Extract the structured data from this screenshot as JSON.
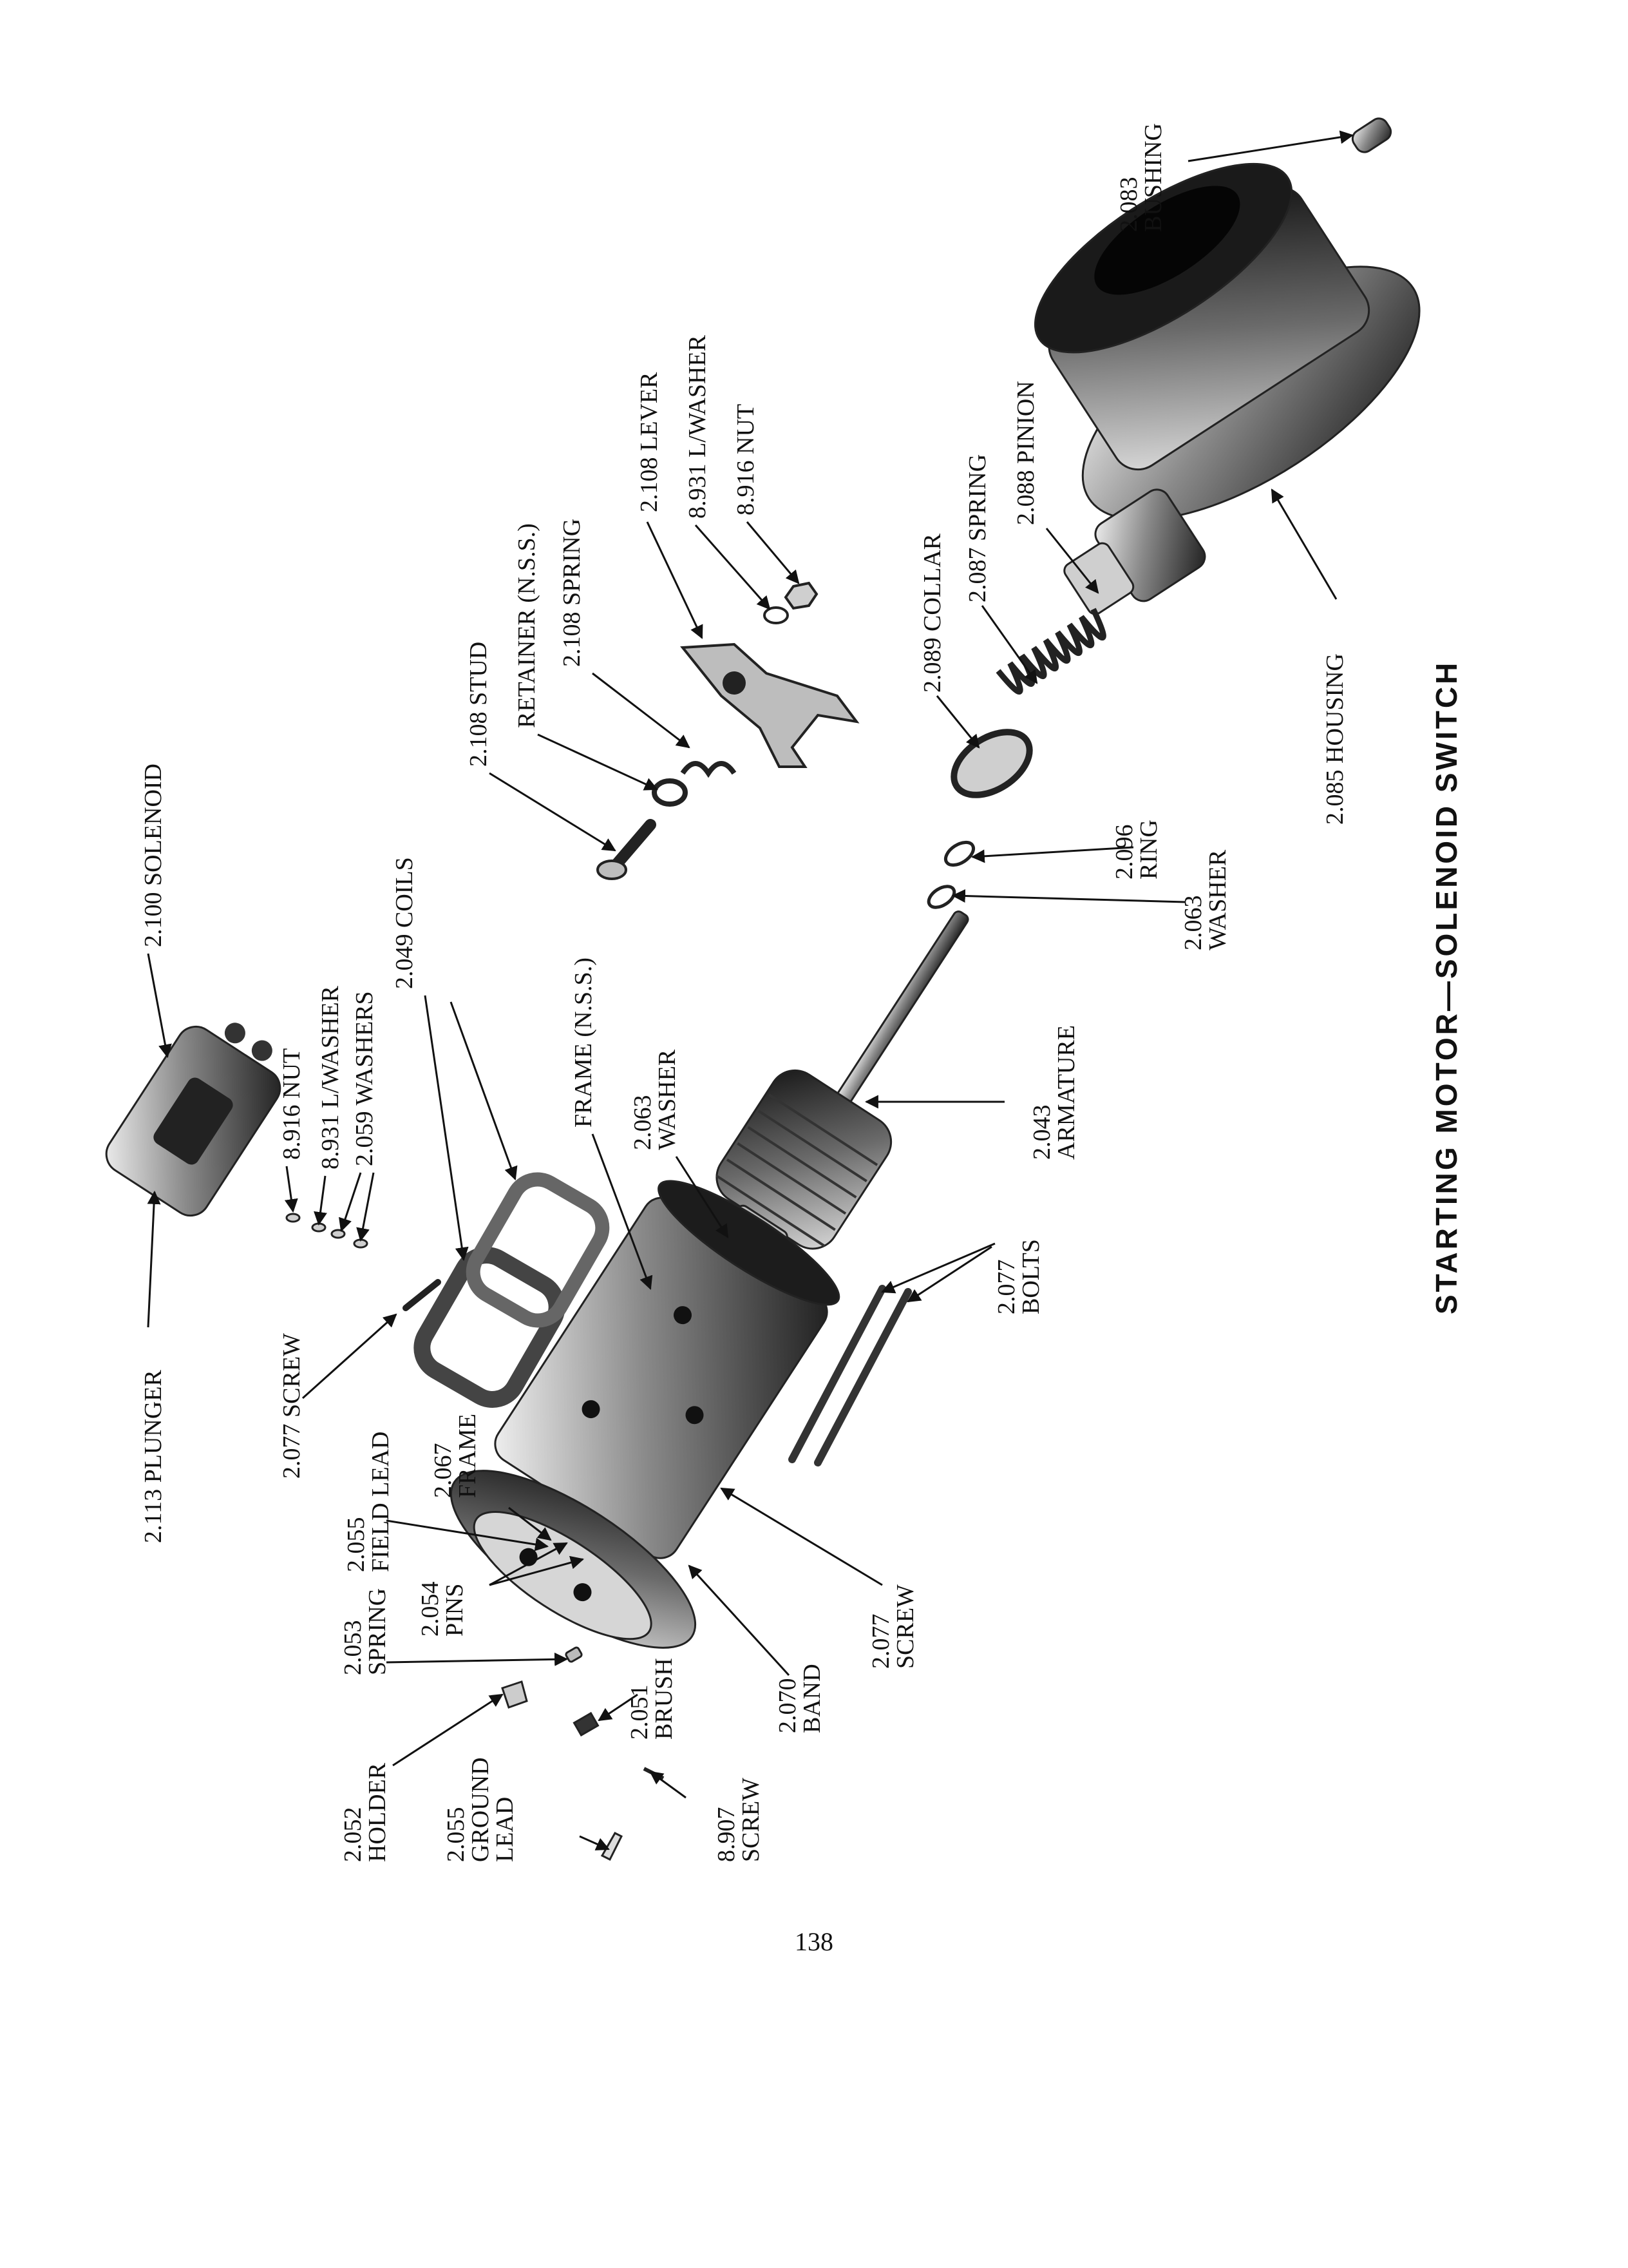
{
  "title": "STARTING MOTOR—SOLENOID SWITCH",
  "page_number": "138",
  "labels": [
    {
      "id": "bushing",
      "lines": [
        "2.083",
        "BUSHING"
      ]
    },
    {
      "id": "housing",
      "lines": [
        "2.085 HOUSING"
      ]
    },
    {
      "id": "pinion",
      "lines": [
        "2.088 PINION"
      ]
    },
    {
      "id": "spring-087",
      "lines": [
        "2.087 SPRING"
      ]
    },
    {
      "id": "collar",
      "lines": [
        "2.089 COLLAR"
      ]
    },
    {
      "id": "ring",
      "lines": [
        "2.096",
        "RING"
      ]
    },
    {
      "id": "washer-063-top",
      "lines": [
        "2.063",
        "WASHER"
      ]
    },
    {
      "id": "lever",
      "lines": [
        "2.108 LEVER"
      ]
    },
    {
      "id": "lwasher-931-top",
      "lines": [
        "8.931 L/WASHER"
      ]
    },
    {
      "id": "nut-916-top",
      "lines": [
        "8.916 NUT"
      ]
    },
    {
      "id": "stud",
      "lines": [
        "2.108 STUD"
      ]
    },
    {
      "id": "retainer",
      "lines": [
        "RETAINER (N.S.S.)"
      ]
    },
    {
      "id": "spring-108",
      "lines": [
        "2.108 SPRING"
      ]
    },
    {
      "id": "armature",
      "lines": [
        "2.043",
        "ARMATURE"
      ]
    },
    {
      "id": "washer-063-mid",
      "lines": [
        "2.063",
        "WASHER"
      ]
    },
    {
      "id": "frame-nss",
      "lines": [
        "FRAME (N.S.S.)"
      ]
    },
    {
      "id": "bolts",
      "lines": [
        "2.077",
        "BOLTS"
      ]
    },
    {
      "id": "solenoid",
      "lines": [
        "2.100 SOLENOID"
      ]
    },
    {
      "id": "plunger",
      "lines": [
        "2.113 PLUNGER"
      ]
    },
    {
      "id": "nut-916",
      "lines": [
        "8.916 NUT"
      ]
    },
    {
      "id": "lwasher-931",
      "lines": [
        "8.931 L/WASHER"
      ]
    },
    {
      "id": "washers-059",
      "lines": [
        "2.059 WASHERS"
      ]
    },
    {
      "id": "coils",
      "lines": [
        "2.049 COILS"
      ]
    },
    {
      "id": "screw-077-left",
      "lines": [
        "2.077 SCREW"
      ]
    },
    {
      "id": "field-lead",
      "lines": [
        "2.055",
        "FIELD LEAD"
      ]
    },
    {
      "id": "frame-067",
      "lines": [
        "2.067",
        "FRAME"
      ]
    },
    {
      "id": "pins",
      "lines": [
        "2.054",
        "PINS"
      ]
    },
    {
      "id": "spring-053",
      "lines": [
        "2.053",
        "SPRING"
      ]
    },
    {
      "id": "screw-077-bottom",
      "lines": [
        "2.077",
        "SCREW"
      ]
    },
    {
      "id": "band",
      "lines": [
        "2.070",
        "BAND"
      ]
    },
    {
      "id": "brush",
      "lines": [
        "2.051",
        "BRUSH"
      ]
    },
    {
      "id": "holder",
      "lines": [
        "2.052",
        "HOLDER"
      ]
    },
    {
      "id": "ground-lead",
      "lines": [
        "2.055",
        "GROUND",
        "LEAD"
      ]
    },
    {
      "id": "screw-907",
      "lines": [
        "8.907",
        "SCREW"
      ]
    }
  ]
}
